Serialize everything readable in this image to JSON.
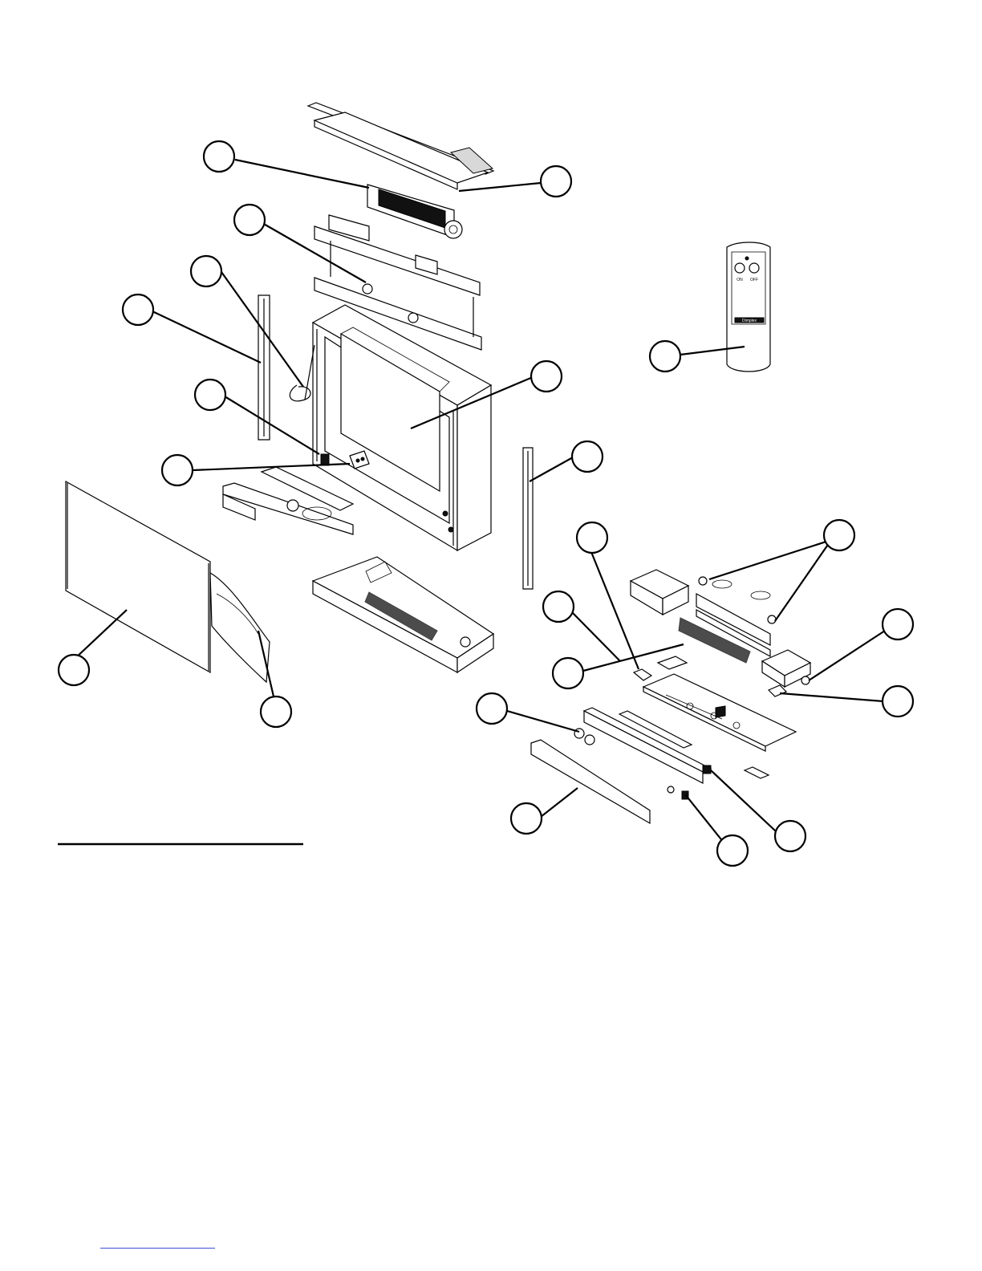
{
  "colors": {
    "ink": "#000000",
    "paper": "#ffffff",
    "link": "#3a4fd6"
  },
  "remote_labels": {
    "button_left": "ON",
    "button_right": "OFF",
    "brand": "Dimplex"
  },
  "callout_count": 22
}
